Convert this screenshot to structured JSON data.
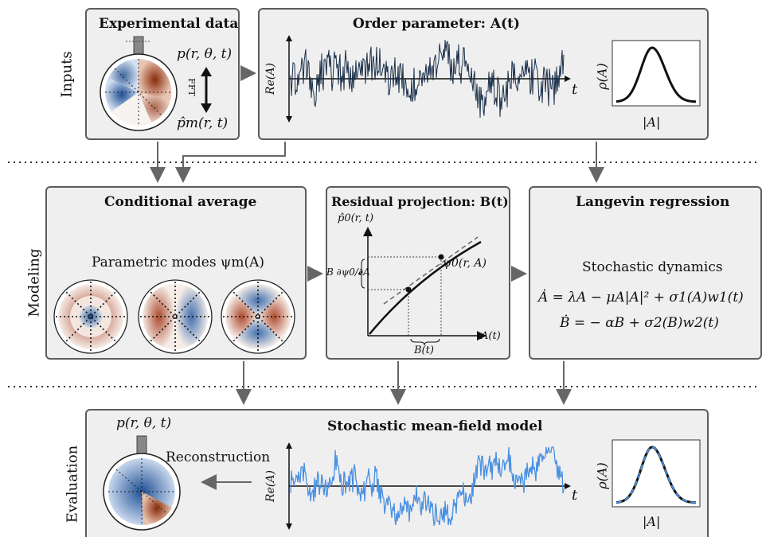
{
  "rows": {
    "inputs": "Inputs",
    "modeling": "Modeling",
    "evaluation": "Evaluation"
  },
  "experimental": {
    "title": "Experimental data",
    "p_label": "p(r, θ, t)",
    "fft": "FFT",
    "phat_label": "p̂m(r, t)"
  },
  "order_param": {
    "title": "Order parameter: A(t)",
    "ylabel": "Re(A)",
    "xlabel": "t",
    "pdf_ylabel": "ρ(A)",
    "pdf_xlabel": "|A|"
  },
  "conditional": {
    "title": "Conditional average",
    "subtitle": "Parametric modes ψm(A)"
  },
  "residual": {
    "title": "Residual projection: B(t)",
    "ylabel": "p̂0(r, t)",
    "curve_label": "ψ0(r, A)",
    "xlabel": "A(t)",
    "b_label": "B(t)",
    "deriv_label": "B ∂ψ0/∂A"
  },
  "langevin": {
    "title": "Langevin regression",
    "subtitle": "Stochastic dynamics",
    "eq1": "Ȧ = λA − μA|A|² + σ1(A)w1(t)",
    "eq2": "Ḃ = − αB + σ2(B)w2(t)"
  },
  "evaluation": {
    "title": "Stochastic mean-field model",
    "p_label": "p(r, θ, t)",
    "recon": "Reconstruction",
    "ylabel": "Re(A)",
    "xlabel": "t",
    "pdf_ylabel": "ρ(A)",
    "pdf_xlabel": "|A|"
  },
  "colors": {
    "box_bg": "#efefef",
    "box_border": "#5c5c5c",
    "signal_dark": "#1a2f4a",
    "signal_blue": "#4a90e2",
    "mode_red": "#a63a1a",
    "mode_blue": "#2e62a8"
  }
}
